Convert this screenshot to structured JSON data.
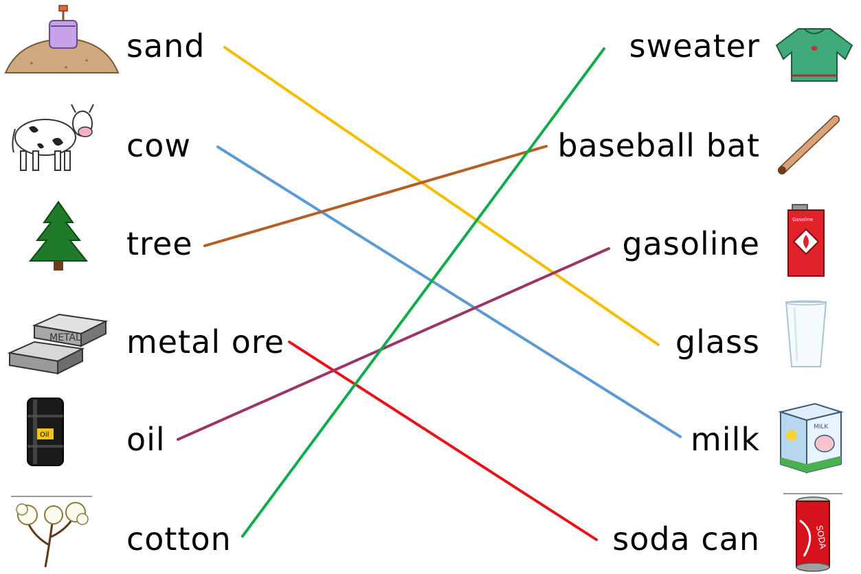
{
  "left_items": [
    {
      "label": "sand",
      "icon": "sand-pile-icon"
    },
    {
      "label": "cow",
      "icon": "cow-icon"
    },
    {
      "label": "tree",
      "icon": "pine-tree-icon"
    },
    {
      "label": "metal ore",
      "icon": "metal-bars-icon"
    },
    {
      "label": "oil",
      "icon": "oil-barrel-icon"
    },
    {
      "label": "cotton",
      "icon": "cotton-plant-icon"
    }
  ],
  "right_items": [
    {
      "label": "sweater",
      "icon": "sweater-icon"
    },
    {
      "label": "baseball bat",
      "icon": "baseball-bat-icon"
    },
    {
      "label": "gasoline",
      "icon": "gasoline-can-icon"
    },
    {
      "label": "glass",
      "icon": "drinking-glass-icon"
    },
    {
      "label": "milk",
      "icon": "milk-carton-icon"
    },
    {
      "label": "soda can",
      "icon": "soda-can-icon"
    }
  ],
  "matches": [
    {
      "from": "sand",
      "to": "glass",
      "color": "#F5BD00"
    },
    {
      "from": "cow",
      "to": "milk",
      "color": "#5B9BD5"
    },
    {
      "from": "tree",
      "to": "baseball bat",
      "color": "#B35F25"
    },
    {
      "from": "metal ore",
      "to": "soda can",
      "color": "#E8131A"
    },
    {
      "from": "oil",
      "to": "gasoline",
      "color": "#9C3466"
    },
    {
      "from": "cotton",
      "to": "sweater",
      "color": "#10AC4C"
    }
  ],
  "icon_texts": {
    "metal_bar": "METAL",
    "barrel": "Oil",
    "gas_can": "Gasoline",
    "milk": "MILK",
    "soda": "SODA"
  }
}
